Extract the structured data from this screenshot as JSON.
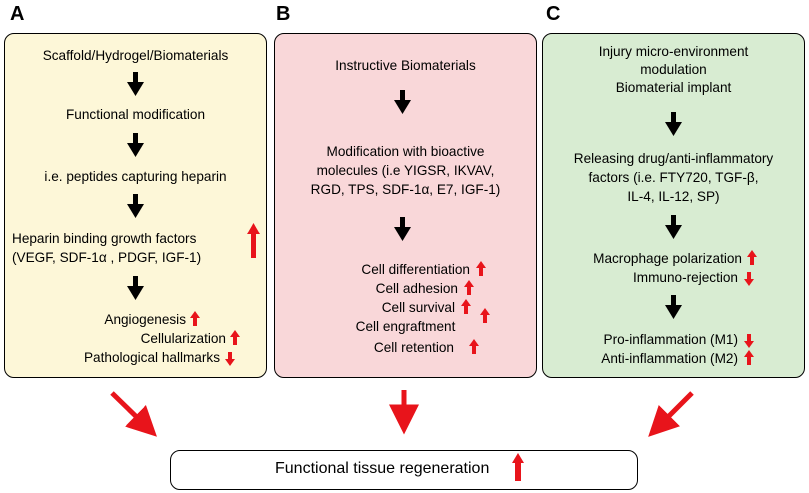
{
  "panels": {
    "a": {
      "letter": "A",
      "lines": [
        "Scaffold/Hydrogel/Biomaterials",
        "Functional modification",
        "i.e. peptides capturing heparin",
        "Heparin binding growth factors",
        "(VEGF, SDF-1α , PDGF, IGF-1)",
        "Angiogenesis",
        "Cellularization",
        "Pathological hallmarks"
      ]
    },
    "b": {
      "letter": "B",
      "lines": [
        "Instructive Biomaterials",
        "Modification with bioactive",
        "molecules (i.e YIGSR, IKVAV,",
        "RGD, TPS, SDF-1α, E7, IGF-1)",
        "Cell differentiation",
        "Cell adhesion",
        "Cell survival",
        "Cell engraftment",
        "Cell retention"
      ]
    },
    "c": {
      "letter": "C",
      "lines": [
        "Injury micro-environment",
        "modulation",
        "Biomaterial implant",
        "Releasing drug/anti-inflammatory",
        "factors (i.e. FTY720, TGF-β,",
        "IL-4, IL-12, SP)",
        "Macrophage polarization",
        "Immuno-rejection",
        "Pro-inflammation (M1)",
        "Anti-inflammation (M2)"
      ]
    }
  },
  "final": {
    "label": "Functional tissue regeneration"
  },
  "colors": {
    "arrow_black": "#000000",
    "arrow_red": "#e8141b",
    "panel_a": "#fdf7d8",
    "panel_b": "#f9d7d9",
    "panel_c": "#d8ecd2"
  }
}
